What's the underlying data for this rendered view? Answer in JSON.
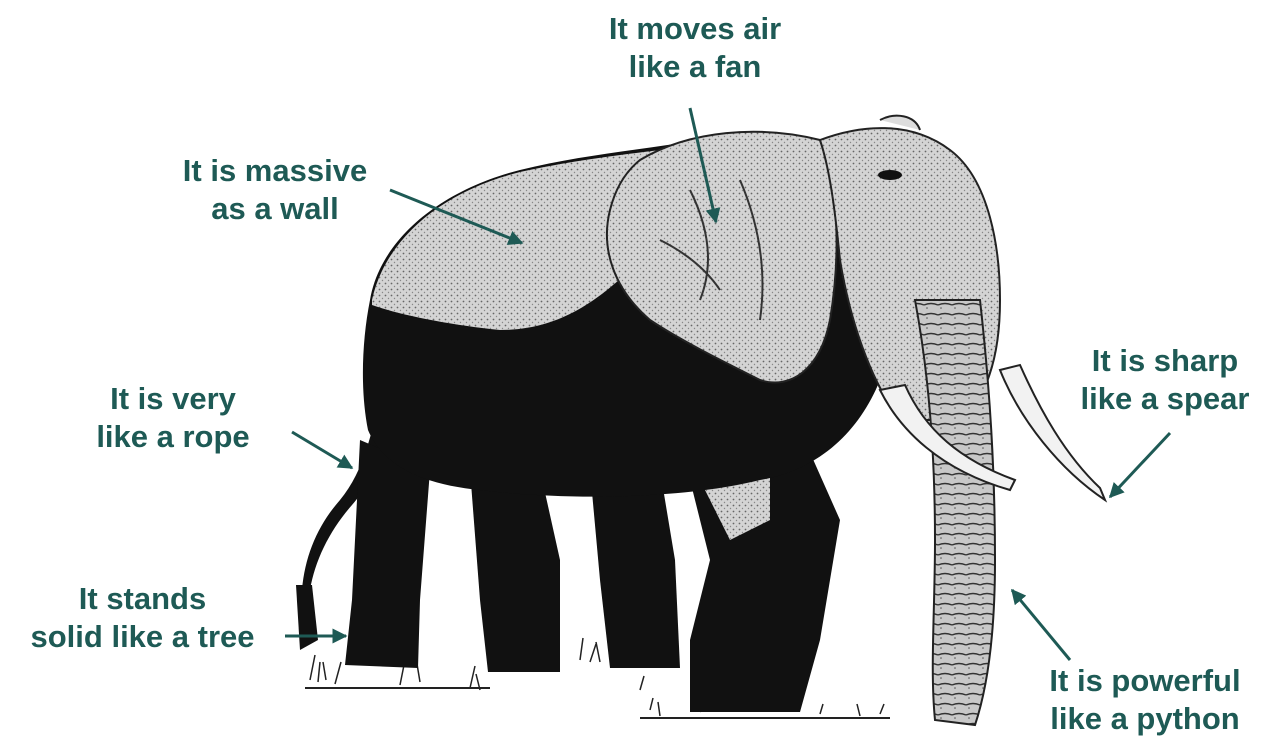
{
  "colors": {
    "label": "#1e5a55",
    "arrow": "#1e5a55",
    "elephant": "#111111",
    "skin": "#cfcfcf"
  },
  "labels": {
    "fan": {
      "line1": "It moves air",
      "line2": "like a fan"
    },
    "wall": {
      "line1": "It is massive",
      "line2": "as a wall"
    },
    "rope": {
      "line1": "It is very",
      "line2": "like a rope"
    },
    "tree": {
      "line1": "It stands",
      "line2": "solid like a tree"
    },
    "spear": {
      "line1": "It is sharp",
      "line2": "like a spear"
    },
    "python": {
      "line1": "It is powerful",
      "line2": "like a python"
    }
  }
}
